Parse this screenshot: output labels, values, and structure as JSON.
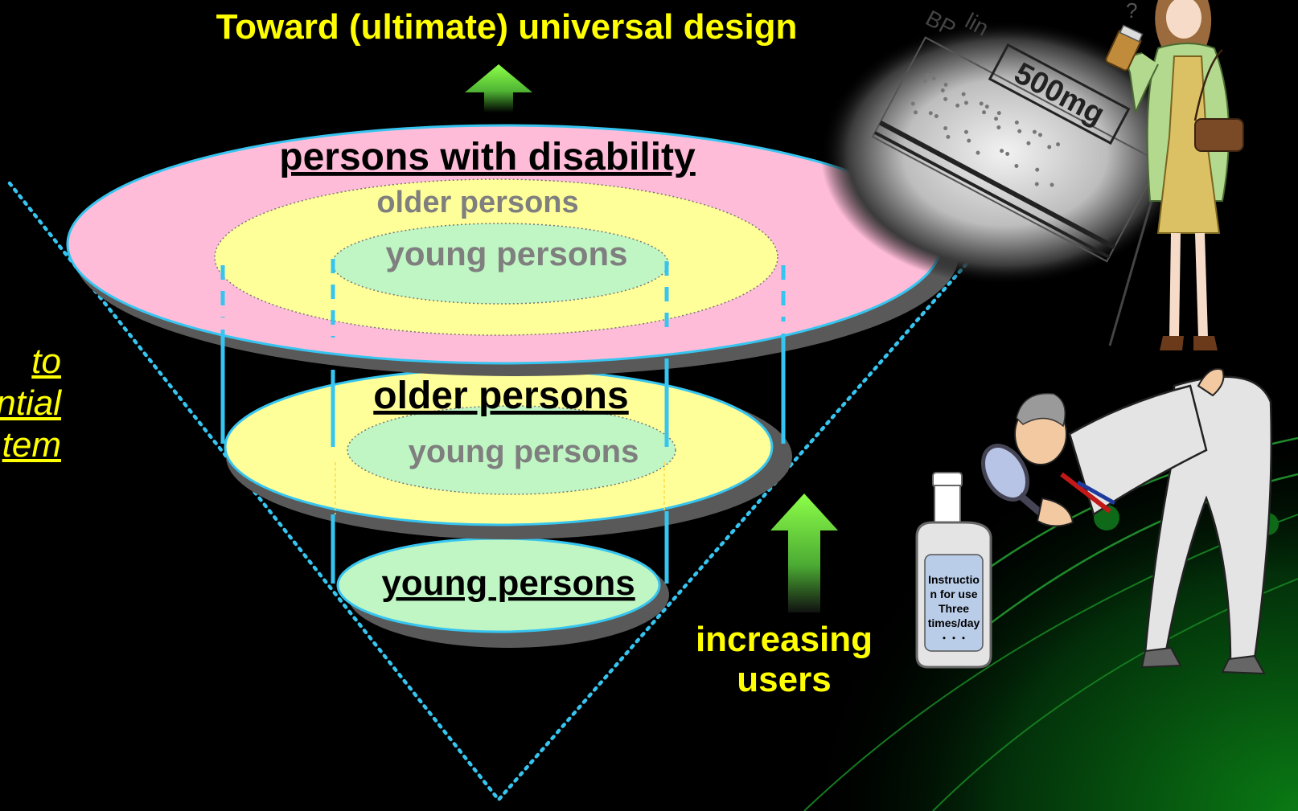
{
  "title": "Toward (ultimate) universal design",
  "left_caption_lines": [
    "to",
    "ntial",
    "tem"
  ],
  "layers": {
    "top": {
      "label": "persons with disability",
      "inner_middle_label": "older persons",
      "inner_core_label": "young persons"
    },
    "middle": {
      "label": "older persons",
      "inner_core_label": "young persons"
    },
    "bottom": {
      "label": "young persons"
    }
  },
  "increasing_users": {
    "line1": "increasing",
    "line2": "users"
  },
  "photo": {
    "label_fragment": "500mg",
    "partial_text_1": "BP",
    "partial_text_2": "lin"
  },
  "bottle": {
    "lines": [
      "Instructio",
      "n for use",
      "Three",
      "times/day",
      "・・・"
    ]
  },
  "colors": {
    "background": "#000000",
    "title_yellow": "#ffff00",
    "disability_pink": "#ffbcd8",
    "older_yellow": "#ffff99",
    "young_green": "#c0f6c4",
    "outline_blue": "#36c5f0",
    "arrow_green": "#80ff40",
    "grey_text": "#7f7f7f",
    "shadow_grey": "#595959"
  }
}
